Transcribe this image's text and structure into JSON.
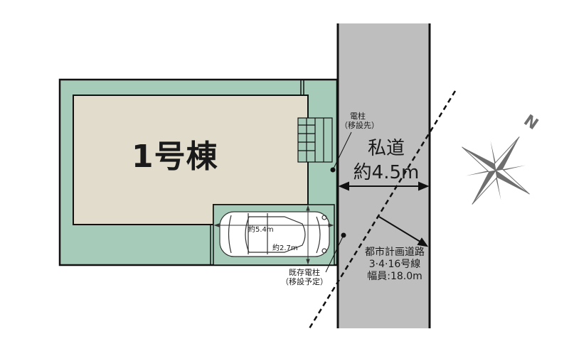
{
  "plot": {
    "building_label": "1号棟",
    "private_road": {
      "name": "私道",
      "width": "約4.5m"
    },
    "utility_pole_new": {
      "line1": "電柱",
      "line2": "（移設先）"
    },
    "utility_pole_existing": {
      "line1": "既存電柱",
      "line2": "（移設予定）"
    },
    "city_planning_road": {
      "line1": "都市計画道路",
      "line2": "3·4·16号線",
      "line3": "幅員:18.0m"
    },
    "parking": {
      "length": "約5.4m",
      "width": "約2.7m"
    },
    "compass": {
      "north_label": "N",
      "icon": "compass-rose-icon"
    }
  },
  "colors": {
    "lot_green": "#a6cbb8",
    "building_beige": "#e2dccc",
    "road_gray": "#bebebe",
    "outline": "#1a1a1a",
    "compass_gray": "#6e6e6e"
  }
}
